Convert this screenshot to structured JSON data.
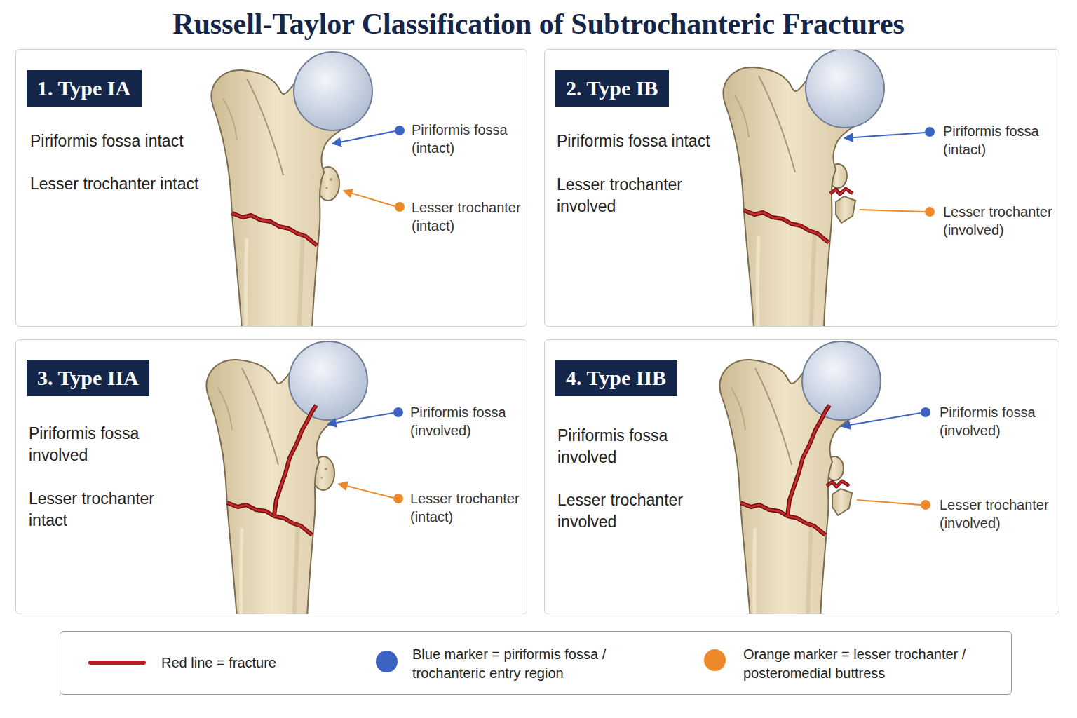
{
  "diagram": {
    "title": "Russell-Taylor Classification of Subtrochanteric Fractures",
    "nodes": [
      {
        "text": [
          "Piriformis fossa intact",
          "Lesser trochanter intact"
        ]
      },
      {
        "text": [
          "1. Type IA"
        ],
        "in": 0
      },
      {
        "text": [
          "Piriformis fossa intact",
          "Lesser trochanter involved"
        ]
      },
      {
        "text": [
          "2. Type IB"
        ],
        "in": 2
      },
      {
        "text": [
          "Piriformis fossa involved",
          "Lesser trochanter intact"
        ]
      },
      {
        "text": [
          "3. Type IIA"
        ],
        "in": 4
      },
      {
        "text": [
          "Piriformis fossa involved",
          "Lesser trochanter involved"
        ]
      },
      {
        "text": [
          "4. Type IIB"
        ],
        "in": 6
      }
    ],
    "labels": [
      "Piriformis fossa (intact)",
      "Lesser trochanter (intact)",
      "Piriformis fossa (intact)",
      "Lesser trochanter (involved)",
      "Piriformis fossa (involved)",
      "Lesser trochanter (intact)",
      "Piriformis fossa (involved)",
      "Lesser trochanter (involved)"
    ],
    "legend": [
      {
        "text": "Red line = fracture"
      },
      {
        "text": "Blue marker = piriformis fossa / trochanteric entry region",
        "color": "#3a63c2"
      },
      {
        "text": "Orange marker = lesser trochanter / posteromedial buttress",
        "color": "#ec8a2b"
      }
    ]
  }
}
